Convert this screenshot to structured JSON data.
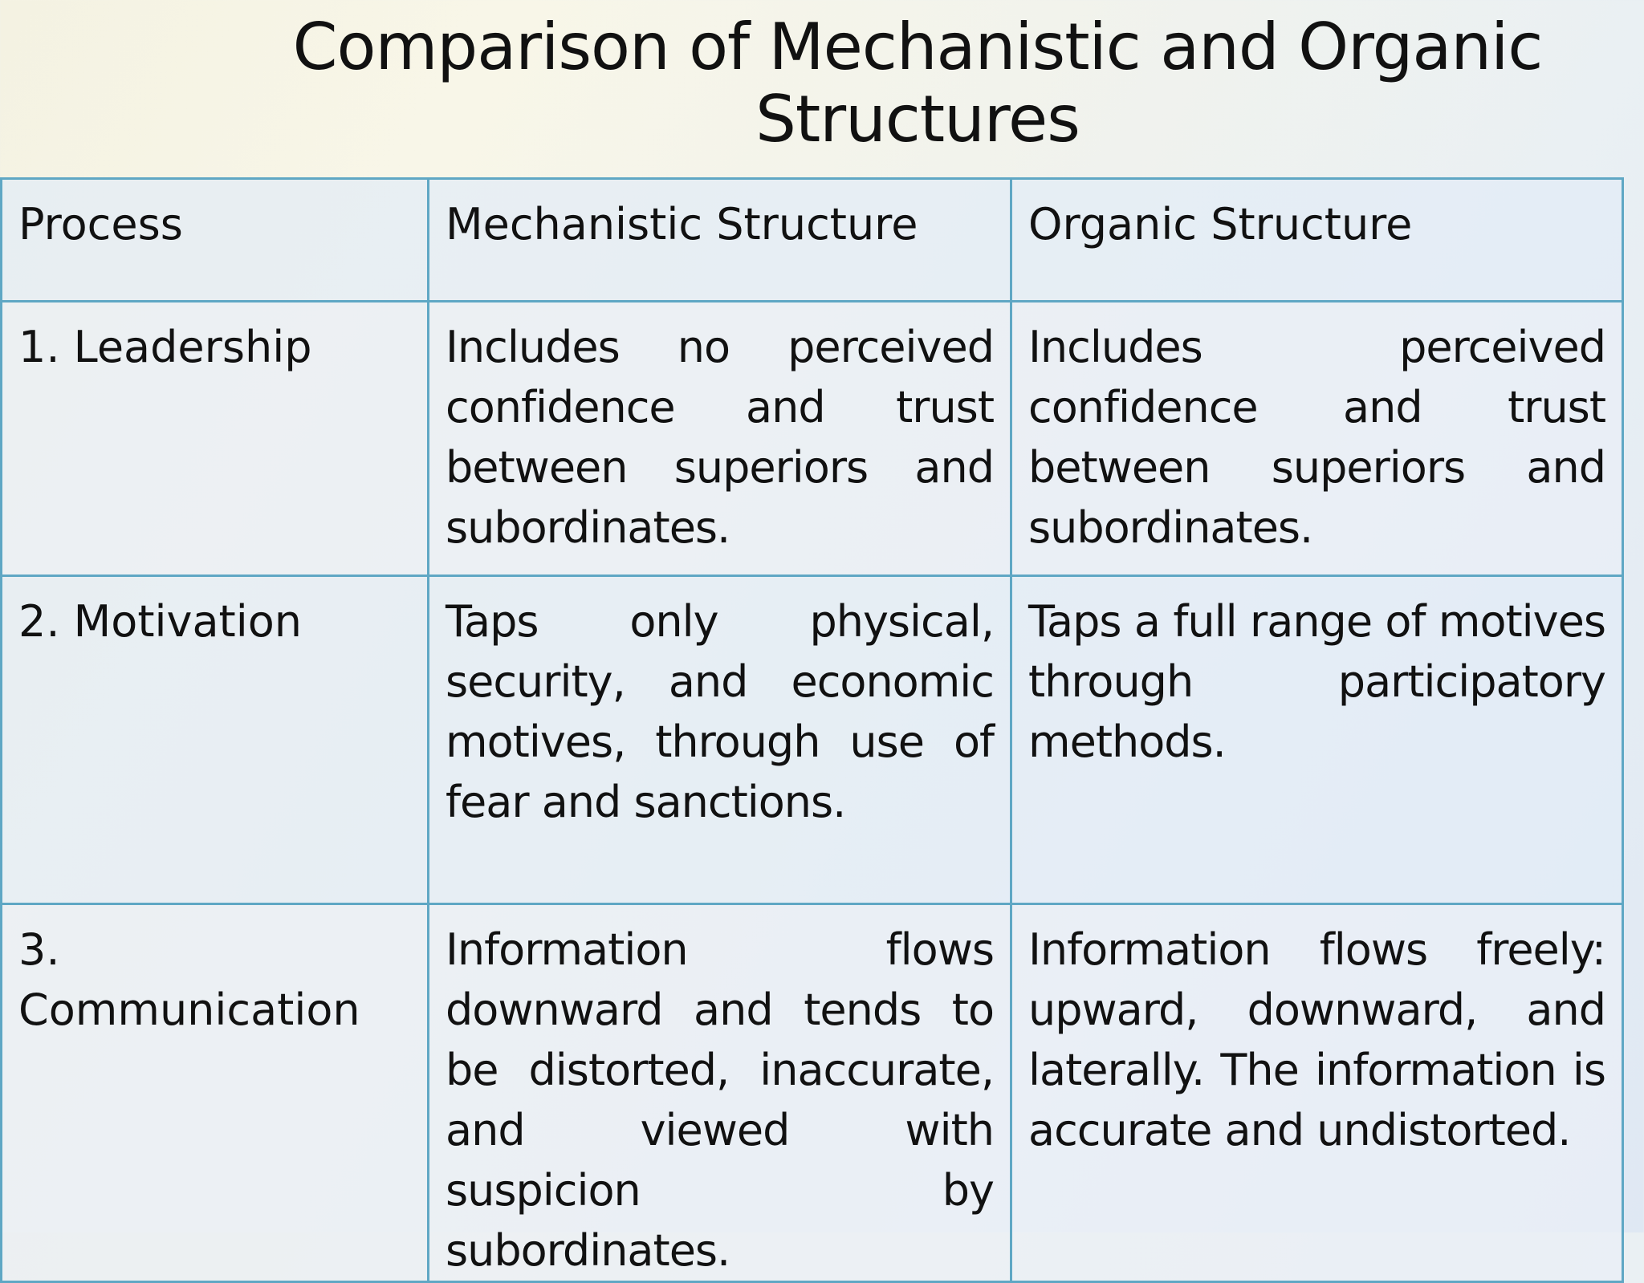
{
  "title": "Comparison of Mechanistic and Organic Structures",
  "table": {
    "headers": [
      "Process",
      "Mechanistic Structure",
      "Organic Structure"
    ],
    "rows": [
      {
        "process": "1. Leadership",
        "mechanistic": "Includes no perceived confidence and trust between superiors and subordinates.",
        "organic": "Includes perceived confidence and trust between superiors and subordinates."
      },
      {
        "process": "2. Motivation",
        "mechanistic": "Taps only physical, security, and economic motives, through use of fear and sanctions.",
        "organic": "Taps a full range of motives through participatory methods."
      },
      {
        "process": "3. Communication",
        "mechanistic": "Information flows downward and tends to be distorted, inaccurate, and viewed with suspicion by subordinates.",
        "organic": "Information flows freely: upward, downward, and laterally. The information is accurate and undistorted."
      }
    ]
  }
}
